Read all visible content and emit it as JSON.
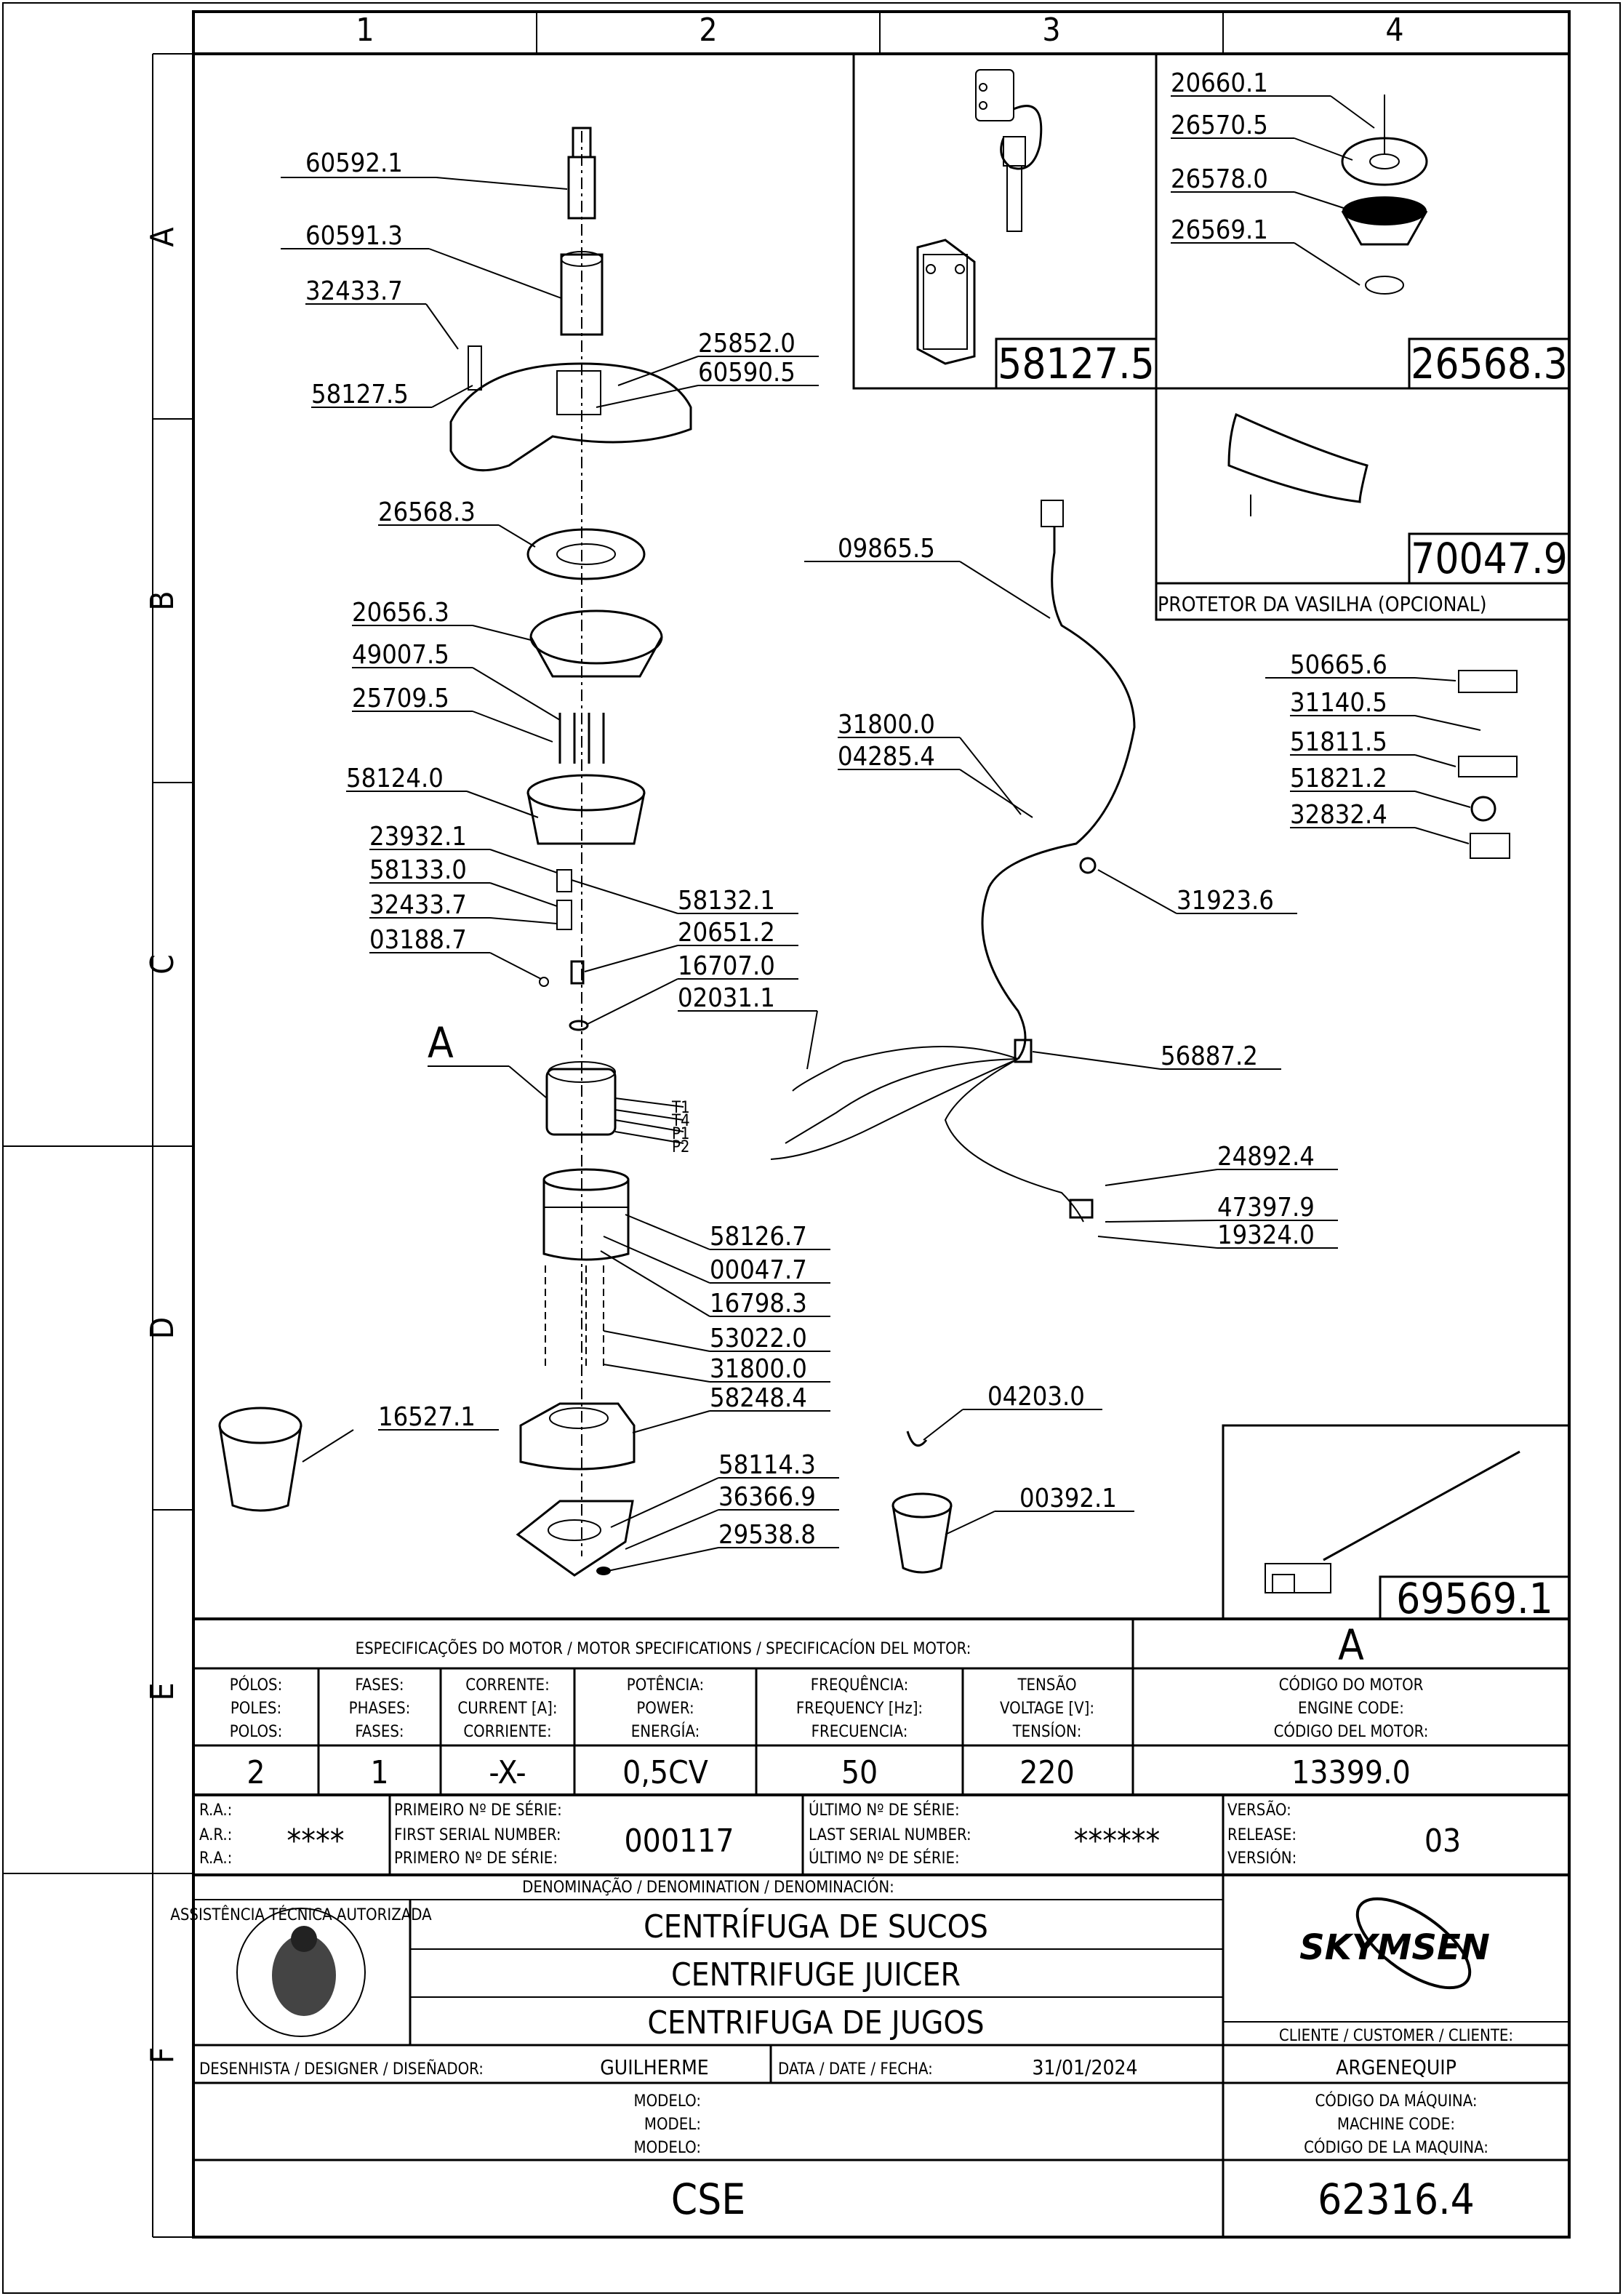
{
  "grid": {
    "columns": [
      "1",
      "2",
      "3",
      "4"
    ],
    "rows": [
      "A",
      "B",
      "C",
      "D",
      "E",
      "F"
    ]
  },
  "parts": {
    "p60592_1": "60592.1",
    "p60591_3": "60591.3",
    "p32433_7a": "32433.7",
    "p58127_5": "58127.5",
    "p25852_0": "25852.0",
    "p60590_5": "60590.5",
    "p26568_3": "26568.3",
    "p20656_3": "20656.3",
    "p49007_5": "49007.5",
    "p25709_5": "25709.5",
    "p58124_0": "58124.0",
    "p23932_1": "23932.1",
    "p58133_0": "58133.0",
    "p32433_7b": "32433.7",
    "p03188_7": "03188.7",
    "p58132_1": "58132.1",
    "p20651_2": "20651.2",
    "p16707_0": "16707.0",
    "p02031_1": "02031.1",
    "pA": "A",
    "p58126_7": "58126.7",
    "p00047_7": "00047.7",
    "p16798_3": "16798.3",
    "p53022_0": "53022.0",
    "p31800_0a": "31800.0",
    "p58248_4": "58248.4",
    "p16527_1": "16527.1",
    "p58114_3": "58114.3",
    "p36366_9": "36366.9",
    "p29538_8": "29538.8",
    "p04203_0": "04203.0",
    "p00392_1": "00392.1",
    "p09865_5": "09865.5",
    "p31800_0b": "31800.0",
    "p04285_4": "04285.4",
    "p31923_6": "31923.6",
    "p56887_2": "56887.2",
    "p24892_4": "24892.4",
    "p47397_9": "47397.9",
    "p19324_0": "19324.0",
    "p50665_6": "50665.6",
    "p31140_5": "31140.5",
    "p51811_5": "51811.5",
    "p51821_2": "51821.2",
    "p32832_4": "32832.4",
    "p20660_1": "20660.1",
    "p26570_5": "26570.5",
    "p26578_0": "26578.0",
    "p26569_1": "26569.1"
  },
  "wire_tags": [
    "T1",
    "T4",
    "P1",
    "P2"
  ],
  "detail_boxes": {
    "box1": "58127.5",
    "box2": "26568.3",
    "box3": "70047.9",
    "box3_caption": "PROTETOR DA VASILHA (OPCIONAL)",
    "box4": "69569.1"
  },
  "specs": {
    "header": "ESPECIFICAÇÕES DO MOTOR / MOTOR SPECIFICATIONS / SPECIFICACÍON DEL MOTOR:",
    "header_code": "A",
    "cols": [
      {
        "l1": "PÓLOS:",
        "l2": "POLES:",
        "l3": "POLOS:",
        "v": "2"
      },
      {
        "l1": "FASES:",
        "l2": "PHASES:",
        "l3": "FASES:",
        "v": "1"
      },
      {
        "l1": "CORRENTE:",
        "l2": "CURRENT [A]:",
        "l3": "CORRIENTE:",
        "v": "-X-"
      },
      {
        "l1": "POTÊNCIA:",
        "l2": "POWER:",
        "l3": "ENERGÍA:",
        "v": "0,5CV"
      },
      {
        "l1": "FREQUÊNCIA:",
        "l2": "FREQUENCY [Hz]:",
        "l3": "FRECUENCIA:",
        "v": "50"
      },
      {
        "l1": "TENSÃO",
        "l2": "VOLTAGE [V]:",
        "l3": "TENSÍON:",
        "v": "220"
      },
      {
        "l1": "CÓDIGO DO MOTOR",
        "l2": "ENGINE CODE:",
        "l3": "CÓDIGO DEL MOTOR:",
        "v": "13399.0"
      }
    ]
  },
  "serial": {
    "ra1": "R.A.:",
    "ar": "A.R.:",
    "ra2": "R.A.:",
    "ra_value": "****",
    "first1": "PRIMEIRO Nº DE SÉRIE:",
    "first2": "FIRST SERIAL NUMBER:",
    "first3": "PRIMERO Nº DE SÉRIE:",
    "first_value": "000117",
    "last1": "ÚLTIMO Nº DE SÉRIE:",
    "last2": "LAST SERIAL NUMBER:",
    "last3": "ÚLTIMO Nº DE SÉRIE:",
    "last_value": "******",
    "ver1": "VERSÃO:",
    "ver2": "RELEASE:",
    "ver3": "VERSIÓN:",
    "ver_value": "03"
  },
  "title_block": {
    "denomination_header": "DENOMINAÇÃO / DENOMINATION / DENOMINACIÓN:",
    "name_pt": "CENTRÍFUGA DE SUCOS",
    "name_en": "CENTRIFUGE JUICER",
    "name_es": "CENTRIFUGA DE JUGOS",
    "designer_label": "DESENHISTA / DESIGNER / DISEÑADOR:",
    "designer": "GUILHERME",
    "date_label": "DATA / DATE / FECHA:",
    "date": "31/01/2024",
    "model_l1": "MODELO:",
    "model_l2": "MODEL:",
    "model_l3": "MODELO:",
    "model": "CSE",
    "brand": "SKYMSEN",
    "seal_text": "ASSISTÊNCIA TÉCNICA AUTORIZADA",
    "customer_label": "CLIENTE / CUSTOMER / CLIENTE:",
    "customer": "ARGENEQUIP",
    "machine_l1": "CÓDIGO DA MÁQUINA:",
    "machine_l2": "MACHINE CODE:",
    "machine_l3": "CÓDIGO DE LA MAQUINA:",
    "machine_code": "62316.4"
  }
}
